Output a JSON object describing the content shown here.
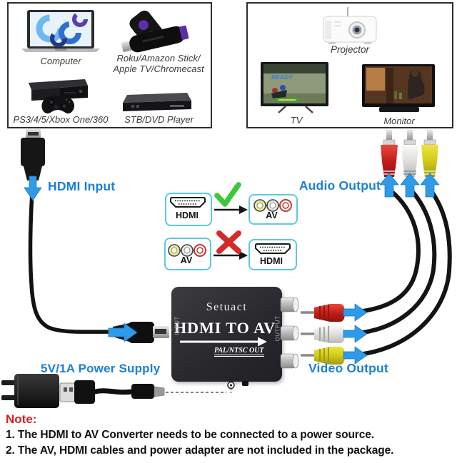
{
  "palette": {
    "label_blue": "#1c7fd6",
    "arrow_blue": "#2f9be8",
    "note_red": "#d41d24",
    "check_green": "#3dc73d",
    "cross_red": "#d42a2a",
    "compat_box_border": "#5ec8e4",
    "converter_body": "#2a2a2e",
    "rca_red": "#cc1f1c",
    "rca_white": "#e9e9e7",
    "rca_yellow": "#d6cf1d"
  },
  "source_devices": {
    "computer_label": "Computer",
    "streaming_label_line1": "Roku/Amazon Stick/",
    "streaming_label_line2": "Apple TV/Chromecast",
    "console_label": "PS3/4/5/Xbox One/360",
    "stb_label": "STB/DVD Player"
  },
  "display_devices": {
    "projector_label": "Projector",
    "tv_label": "TV",
    "monitor_label": "Monitor",
    "tv_screen_text": "READY"
  },
  "connections": {
    "hdmi_input_label": "HDMI Input",
    "audio_output_label": "Audio Output",
    "video_output_label": "Video Output",
    "power_label": "5V/1A Power Supply"
  },
  "compatibility": {
    "row1_from": "HDMI",
    "row1_to": "AV",
    "row2_from": "AV",
    "row2_to": "HDMI"
  },
  "converter": {
    "brand": "Setuact",
    "title": "HDMI TO AV",
    "subtitle": "PAL/NTSC OUT",
    "input_label": "INPUT",
    "output_label": "OUTPUT"
  },
  "notes": {
    "heading": "Note:",
    "item1": "1. The HDMI to AV Converter needs to be connected to a power source.",
    "item2": "2. The AV, HDMI cables and power adapter are not included in the package."
  }
}
